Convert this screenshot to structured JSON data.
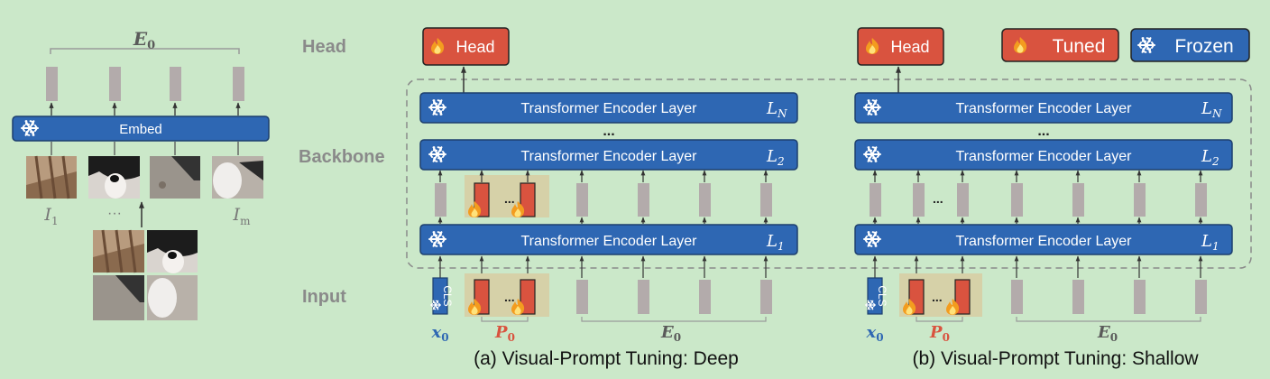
{
  "left_panel": {
    "embed_label": "Embed",
    "e0_label": "E",
    "e0_sub": "0",
    "i1": "I",
    "i1_sub": "1",
    "dots": "···",
    "im": "I",
    "im_sub": "m"
  },
  "row_labels": {
    "head": "Head",
    "backbone": "Backbone",
    "input": "Input"
  },
  "legend": {
    "tuned": "Tuned",
    "frozen": "Frozen"
  },
  "panel_a": {
    "head_label": "Head",
    "layers": [
      {
        "label": "Transformer Encoder Layer",
        "id": "L",
        "sub": "N"
      },
      {
        "label": "Transformer Encoder Layer",
        "id": "L",
        "sub": "2"
      },
      {
        "label": "Transformer Encoder Layer",
        "id": "L",
        "sub": "1"
      }
    ],
    "layer_dots": "...",
    "prompt_dots": "...",
    "cls": "CLS",
    "x0": "x",
    "x0_sub": "0",
    "p0": "P",
    "p0_sub": "0",
    "e0": "E",
    "e0_sub": "0",
    "caption": "(a) Visual-Prompt Tuning:  Deep"
  },
  "panel_b": {
    "head_label": "Head",
    "layers": [
      {
        "label": "Transformer Encoder Layer",
        "id": "L",
        "sub": "N"
      },
      {
        "label": "Transformer Encoder Layer",
        "id": "L",
        "sub": "2"
      },
      {
        "label": "Transformer Encoder Layer",
        "id": "L",
        "sub": "1"
      }
    ],
    "layer_dots": "...",
    "prompt_dots": "...",
    "cls": "CLS",
    "x0": "x",
    "x0_sub": "0",
    "p0": "P",
    "p0_sub": "0",
    "e0": "E",
    "e0_sub": "0",
    "caption": "(b) Visual-Prompt Tuning:  Shallow"
  },
  "colors": {
    "background": "#cbe8c9",
    "layer_blue": "#2e67b3",
    "tuned_red": "#d9533f",
    "token_gray": "#b3abab",
    "prompt_bg": "#d6d1a8",
    "x0_blue": "#2e67b3",
    "p0_red": "#d9533f"
  },
  "icons": {
    "tuned": "flame-icon",
    "frozen": "snowflake-icon"
  }
}
